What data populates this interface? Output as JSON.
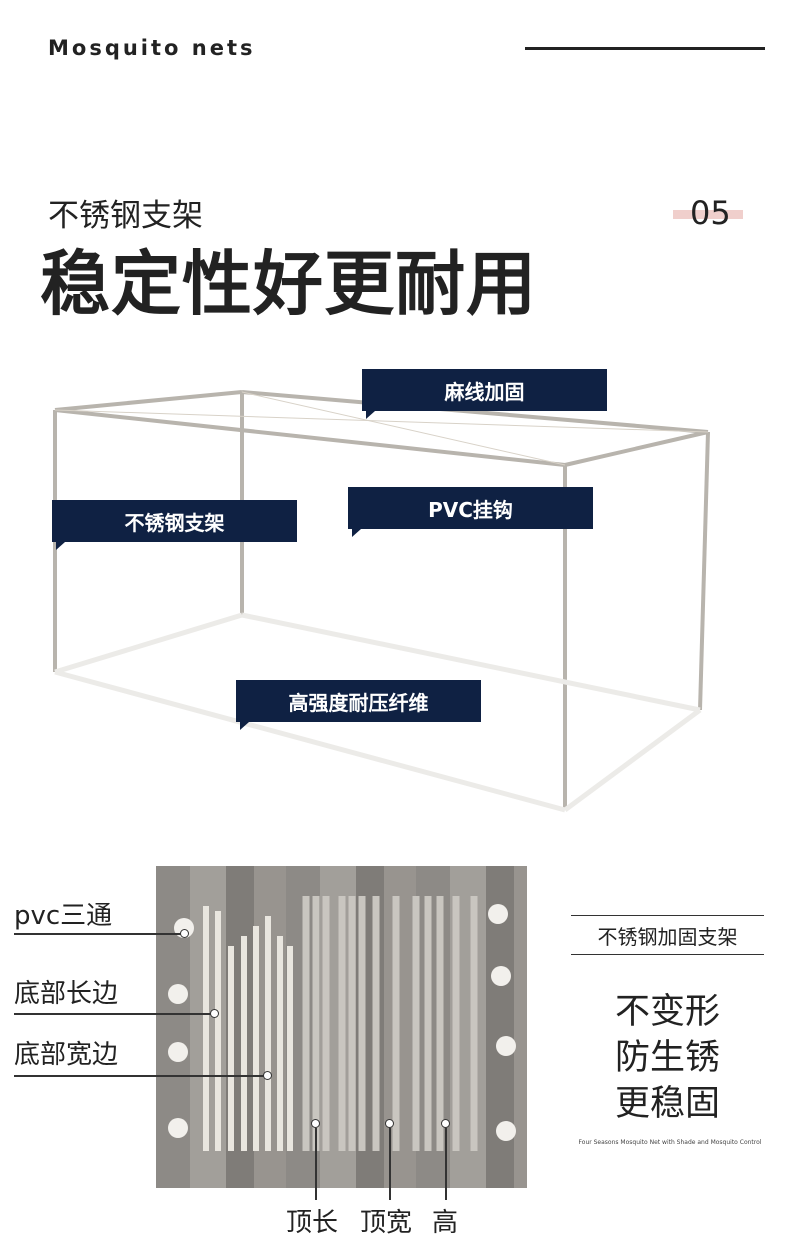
{
  "header": {
    "brand": "Mosquito nets",
    "section_number": "05"
  },
  "hero": {
    "subtitle": "不锈钢支架",
    "title": "稳定性好更耐用"
  },
  "frame_callouts": [
    "麻线加固",
    "不锈钢支架",
    "PVC挂钩",
    "高强度耐压纤维"
  ],
  "parts": {
    "left_labels": [
      "pvc三通",
      "底部长边",
      "底部宽边"
    ],
    "bottom_labels": [
      "顶长",
      "顶宽",
      "高"
    ]
  },
  "features": {
    "heading": "不锈钢加固支架",
    "items": [
      "不变形",
      "防生锈",
      "更稳固"
    ],
    "caption": "Four Seasons Mosquito Net with Shade and Mosquito Control"
  },
  "colors": {
    "callout_bg": "#0f2143",
    "number_bar": "#f0cfcc"
  }
}
